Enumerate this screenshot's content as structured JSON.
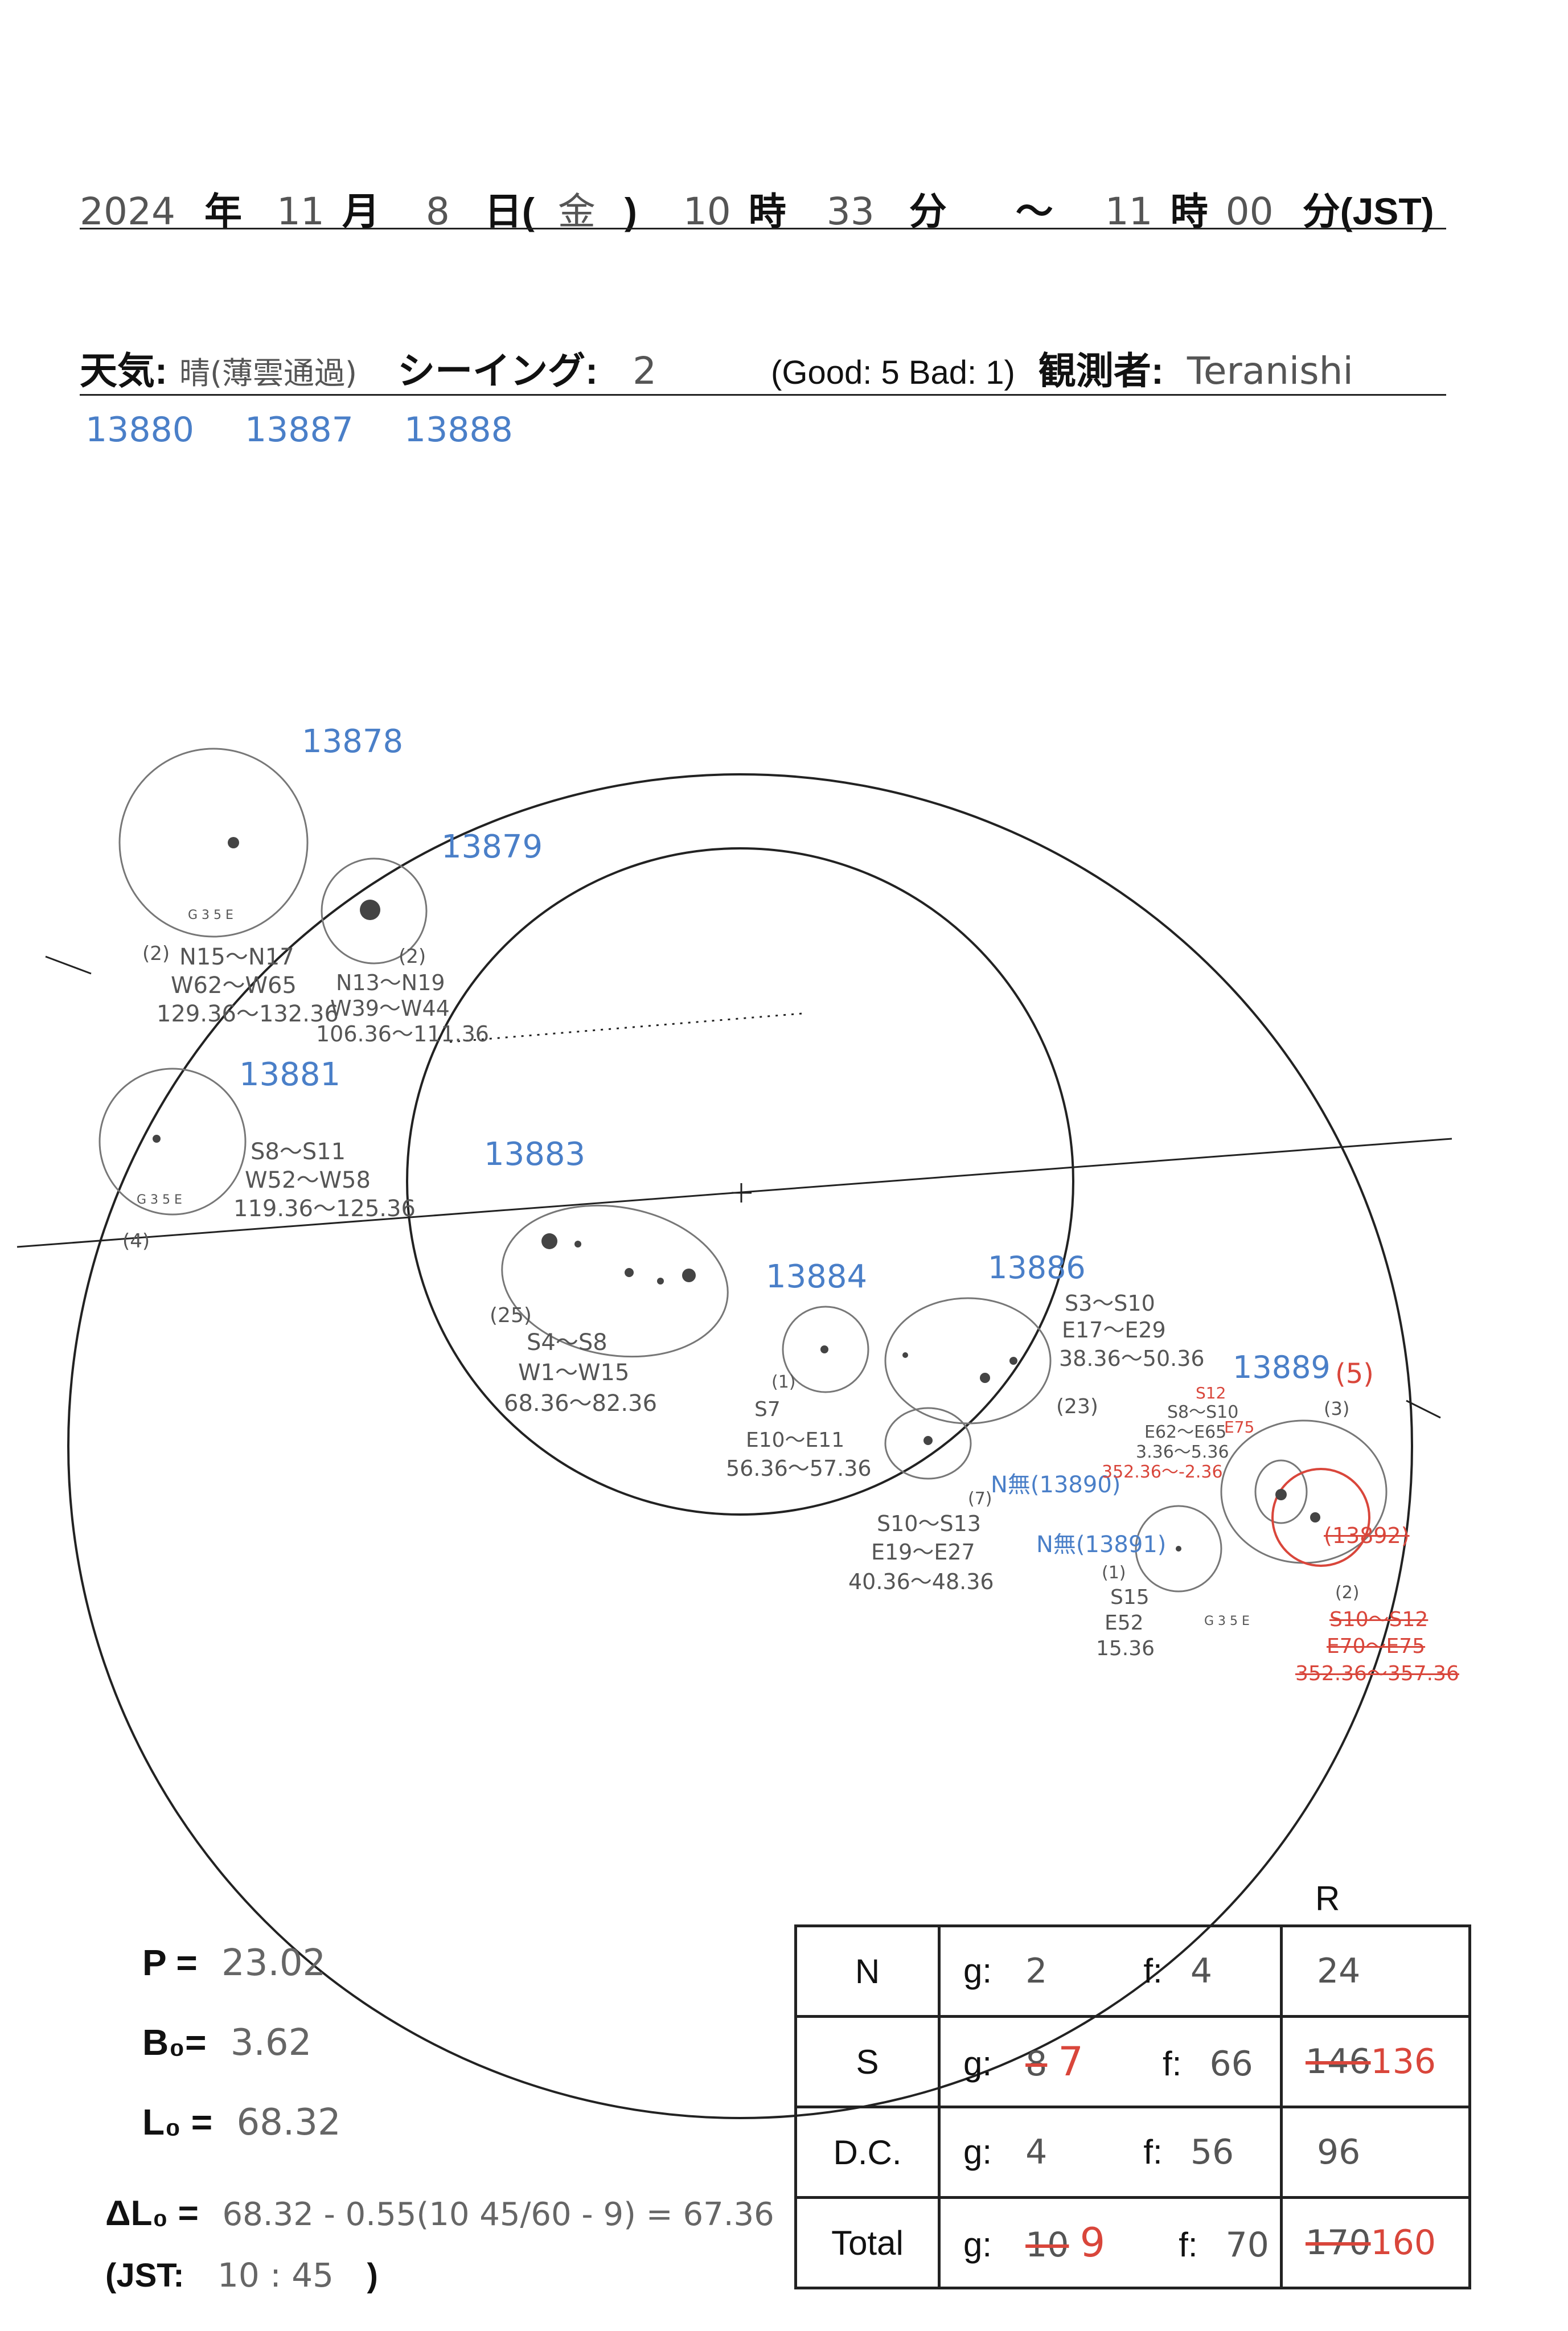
{
  "header": {
    "year": "2024",
    "year_unit": "年",
    "month": "11",
    "month_unit": "月",
    "day": "8",
    "day_unit": "日(",
    "weekday": "金",
    "weekday_close": ")",
    "start_hour": "10",
    "hour_unit": "時",
    "start_min": "33",
    "min_unit": "分",
    "tilde": "～",
    "end_hour": "11",
    "end_hour_unit": "時",
    "end_min": "00",
    "end_min_unit": "分(JST)"
  },
  "conditions": {
    "weather_label": "天気:",
    "weather_value": "晴(薄雲通過)",
    "seeing_label": "シーイング:",
    "seeing_value": "2",
    "seeing_scale": "(Good: 5  Bad: 1)",
    "observer_label": "観測者:",
    "observer_value": "Teranishi"
  },
  "top_regions": [
    "13880",
    "13887",
    "13888"
  ],
  "regions": [
    {
      "id": "13878",
      "count": "(2)",
      "lat": "N15～N17",
      "lon": "W62～W65",
      "carr": "129.36～132.36",
      "tag": "G 3 5 E"
    },
    {
      "id": "13879",
      "count": "(2)",
      "lat": "N13～N19",
      "lon": "W39～W44",
      "carr": "106.36～111.36"
    },
    {
      "id": "13881",
      "count": "(4)",
      "lat": "S8～S11",
      "lon": "W52～W58",
      "carr": "119.36～125.36",
      "tag": "G 3 5 E"
    },
    {
      "id": "13883",
      "count": "(25)",
      "lat": "S4～S8",
      "lon": "W1～W15",
      "carr": "68.36～82.36"
    },
    {
      "id": "13884",
      "count": "(1)",
      "lat": "S7",
      "lon": "E10～E11",
      "carr": "56.36～57.36"
    },
    {
      "id": "13886",
      "count": "(23)",
      "lat": "S3～S10",
      "lon": "E17～E29",
      "carr": "38.36～50.36"
    },
    {
      "id": "N無(13890)",
      "count": "(7)",
      "lat": "S10～S13",
      "lon": "E19～E27",
      "carr": "40.36～48.36"
    },
    {
      "id": "N無(13891)",
      "count": "(1)",
      "lat": "S15",
      "lon": "E52",
      "carr": "15.36",
      "tag": "G 3 5 E"
    },
    {
      "id": "13889",
      "count_red": "(5)",
      "count": "(3)",
      "lat": "S8～S10",
      "lon": "E62～E65",
      "carr": "3.36～5.36",
      "red_lat": "S12",
      "red_lon": "E75",
      "red_carr": "352.36～-2.36"
    },
    {
      "id": "(13892)",
      "count": "(2)",
      "lat": "S10～S12",
      "lon": "E70～E75",
      "carr": "352.36～357.36"
    }
  ],
  "params": {
    "p_label": "P =",
    "p_value": "23.02",
    "b0_label": "B₀=",
    "b0_value": "3.62",
    "l0_label": "L₀ =",
    "l0_value": "68.32",
    "dl0_label": "ΔL₀ =",
    "dl0_value": "68.32 - 0.55(10 45/60 - 9) = 67.36",
    "jst_label": "(JST:",
    "jst_value": "10 : 45",
    "jst_close": ")"
  },
  "counts": {
    "r_header": "R",
    "rows": [
      {
        "label": "N",
        "g": "2",
        "f": "4",
        "r": "24"
      },
      {
        "label": "S",
        "g_old": "8",
        "g_new": "7",
        "f": "66",
        "r_old": "146",
        "r_new": "136"
      },
      {
        "label": "D.C.",
        "g": "4",
        "f": "56",
        "r": "96"
      },
      {
        "label": "Total",
        "g_old": "10",
        "g_new": "9",
        "f": "70",
        "r_old": "170",
        "r_new": "160"
      }
    ],
    "g_prefix": "g:",
    "f_prefix": "f:"
  }
}
